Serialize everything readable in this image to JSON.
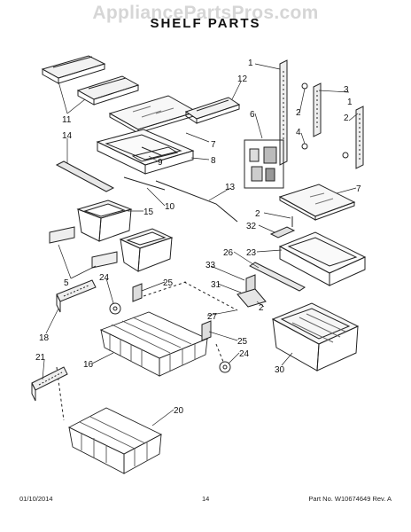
{
  "watermark": "AppliancePartsPros.com",
  "title": "SHELF PARTS",
  "footer": {
    "date": "01/10/2014",
    "page": "14",
    "part_info": "Part No. W10674649  Rev. A"
  },
  "callouts": [
    "1",
    "12",
    "3",
    "2",
    "4",
    "2",
    "11",
    "6",
    "1",
    "7",
    "8",
    "9",
    "14",
    "13",
    "10",
    "7",
    "15",
    "2",
    "32",
    "23",
    "26",
    "5",
    "33",
    "25",
    "24",
    "31",
    "18",
    "2",
    "27",
    "16",
    "25",
    "30",
    "21",
    "24",
    "20"
  ]
}
